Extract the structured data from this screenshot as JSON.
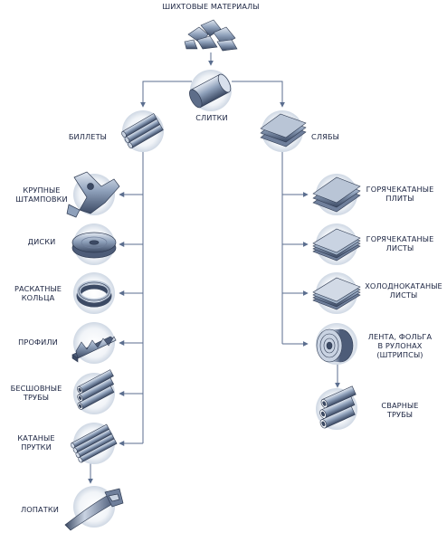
{
  "nodes": {
    "raw_materials": "ШИХТОВЫЕ МАТЕРИАЛЫ",
    "ingots": "СЛИТКИ",
    "billets": "БИЛЛЕТЫ",
    "slabs": "СЛЯБЫ",
    "large_forgings": [
      "КРУПНЫЕ",
      "ШТАМПОВКИ"
    ],
    "discs": "ДИСКИ",
    "rolled_rings": [
      "РАСКАТНЫЕ",
      "КОЛЬЦА"
    ],
    "profiles": "ПРОФИЛИ",
    "seamless_tubes": [
      "БЕСШОВНЫЕ",
      "ТРУБЫ"
    ],
    "rolled_bars": [
      "КАТАНЫЕ",
      "ПРУТКИ"
    ],
    "blades": "ЛОПАТКИ",
    "hot_plates": [
      "ГОРЯЧЕКАТАНЫЕ",
      "ПЛИТЫ"
    ],
    "hot_sheets": [
      "ГОРЯЧЕКАТАНЫЕ",
      "ЛИСТЫ"
    ],
    "cold_sheets": [
      "ХОЛОДНОКАТАНЫЕ",
      "ЛИСТЫ"
    ],
    "strip_coils": [
      "ЛЕНТА, ФОЛЬГА",
      "В РУЛОНАХ",
      "(ШТРИПСЫ)"
    ],
    "welded_tubes": [
      "СВАРНЫЕ",
      "ТРУБЫ"
    ]
  },
  "colors": {
    "line": "#5b6e8f",
    "text": "#1a2340",
    "metal_dark": "#3c4a64",
    "metal_mid": "#8fa1bb",
    "metal_light": "#e3e9f2",
    "halo": "#cfd8e4"
  },
  "icons": {
    "raw_materials": "scrap-pieces-icon",
    "ingots": "ingot-cylinder-icon",
    "billets": "billet-bundle-icon",
    "slabs": "slab-stack-icon",
    "large_forgings": "forging-icon",
    "discs": "disc-icon",
    "rolled_rings": "ring-icon",
    "profiles": "profile-icon",
    "seamless_tubes": "tube-stack-icon",
    "rolled_bars": "bar-bundle-icon",
    "blades": "blade-icon",
    "hot_plates": "plate-stack-icon",
    "hot_sheets": "sheet-stack-icon",
    "cold_sheets": "sheet-stack-icon",
    "strip_coils": "coil-icon",
    "welded_tubes": "welded-tube-icon"
  }
}
